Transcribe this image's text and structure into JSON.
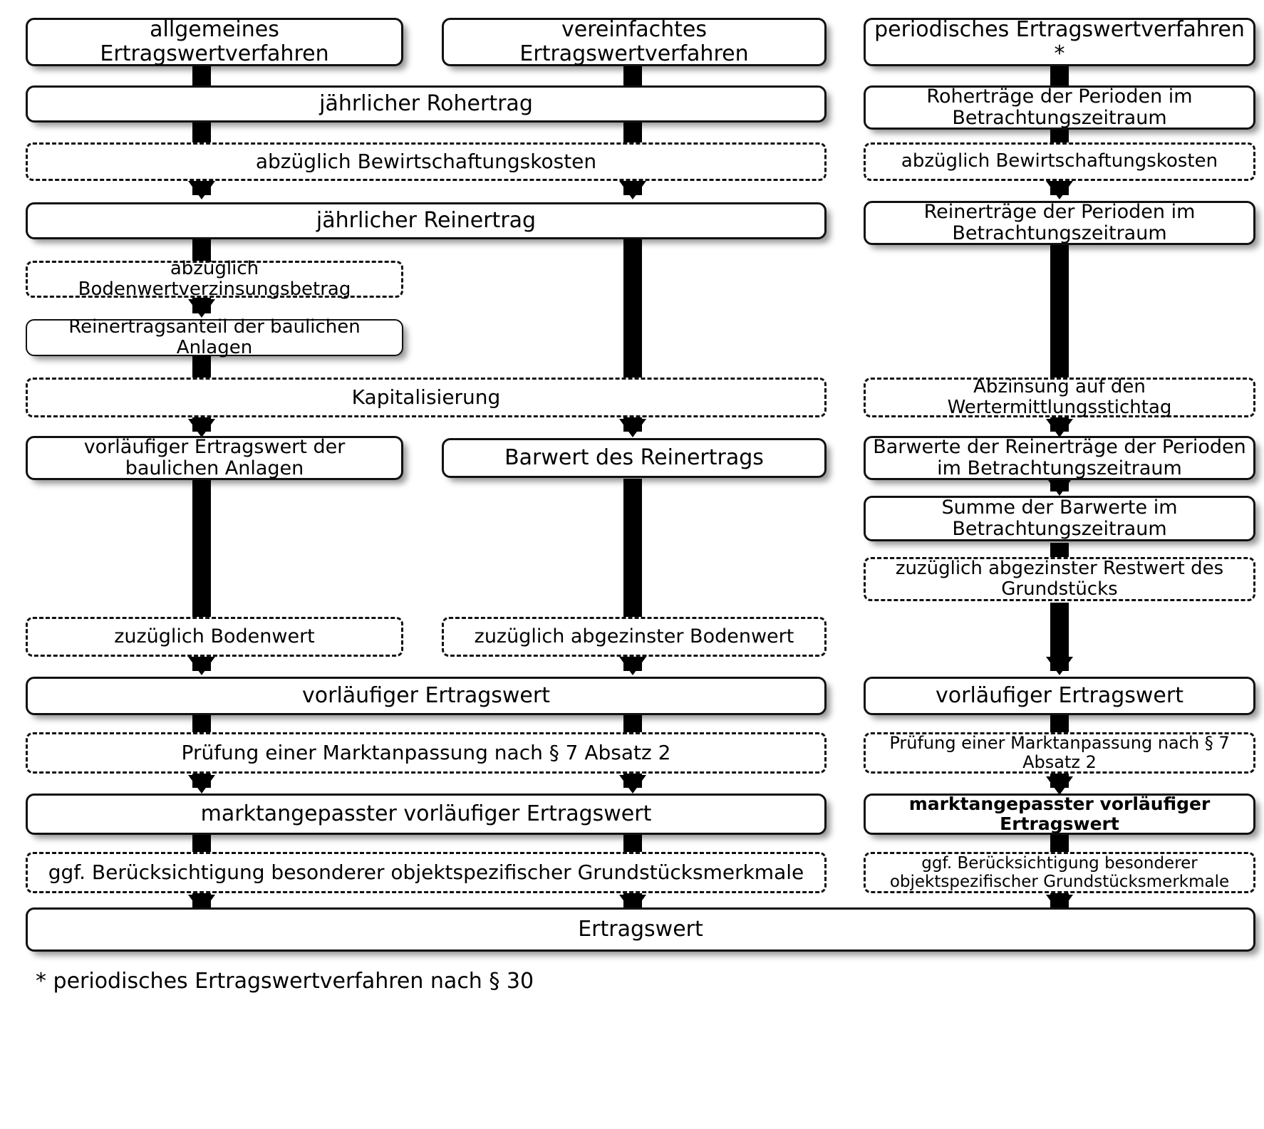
{
  "diagram": {
    "title": "Ertragswertverfahren - Verfahrensablauf",
    "footnote": "* periodisches Ertragswertverfahren nach § 30",
    "columns": [
      {
        "id": "allgemein",
        "header": "allgemeines Ertragswertverfahren"
      },
      {
        "id": "vereinfacht",
        "header": "vereinfachtes Ertragswertverfahren"
      },
      {
        "id": "periodisch",
        "header": "periodisches Ertragswertverfahren *"
      }
    ],
    "nodes": {
      "col1_header": "allgemeines Ertragswertverfahren",
      "col2_header": "vereinfachtes Ertragswertverfahren",
      "col3_header": "periodisches Ertragswertverfahren *",
      "rohertrag_shared": "jährlicher Rohertrag",
      "rohertrag_periodisch": "Roherträge der Perioden im Betrachtungszeitraum",
      "bewirtschaftung_shared": "abzüglich Bewirtschaftungskosten",
      "bewirtschaftung_periodisch": "abzüglich  Bewirtschaftungskosten",
      "reinertrag_shared": "jährlicher Reinertrag",
      "reinertrag_periodisch": "Reinerträge der Perioden im Betrachtungszeitraum",
      "bodenwertverzinsung": "abzüglich Bodenwertverzinsungsbetrag",
      "reinertragsanteil": "Reinertragsanteil der baulichen Anlagen",
      "kapitalisierung": "Kapitalisierung",
      "abzinsung": "Abzinsung auf den Wertermittlungsstichtag",
      "vorl_ertragswert_bauliche": "vorläufiger Ertragswert der baulichen Anlagen",
      "barwert_reinertrags": "Barwert des Reinertrags",
      "barwerte_perioden": "Barwerte der Reinerträge der Perioden im Betrachtungszeitraum",
      "summe_barwerte": "Summe der Barwerte im Betrachtungszeitraum",
      "restwert": "zuzüglich abgezinster Restwert des Grundstücks",
      "zuzuegl_bodenwert": "zuzüglich Bodenwert",
      "zuzuegl_abgezinster_bodenwert": "zuzüglich abgezinster Bodenwert",
      "vorl_ertragswert_shared": "vorläufiger Ertragswert",
      "vorl_ertragswert_periodisch": "vorläufiger Ertragswert",
      "pruefung_shared": "Prüfung einer Marktanpassung nach § 7 Absatz 2",
      "pruefung_periodisch": "Prüfung einer Marktanpassung nach § 7 Absatz 2",
      "marktangepasst_shared": "marktangepasster vorläufiger Ertragswert",
      "marktangepasst_periodisch": "marktangepasster vorläufiger Ertragswert",
      "merkmale_shared": "ggf. Berücksichtigung besonderer objektspezifischer Grundstücksmerkmale",
      "merkmale_periodisch": "ggf. Berücksichtigung besonderer objektspezifischer Grundstücksmerkmale",
      "ertragswert_final": "Ertragswert"
    },
    "colors": {
      "stroke": "#111111",
      "fill": "#ffffff",
      "text": "#000000",
      "connector": "#000000"
    }
  }
}
